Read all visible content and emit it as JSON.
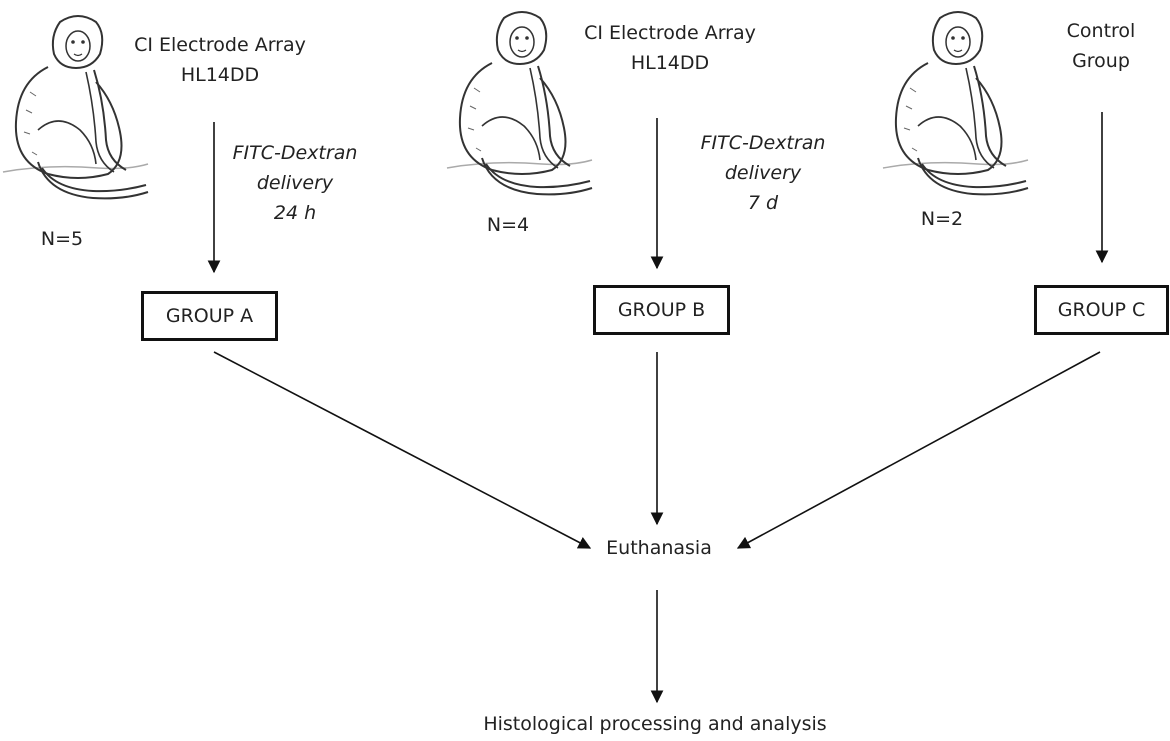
{
  "groups": [
    {
      "device_line1": "CI Electrode Array",
      "device_line2": "HL14DD",
      "count": "N=5",
      "delivery_line1": "FITC-Dextran",
      "delivery_line2": "delivery",
      "delivery_line3": "24 h",
      "box": "GROUP A"
    },
    {
      "device_line1": "CI Electrode Array",
      "device_line2": "HL14DD",
      "count": "N=4",
      "delivery_line1": "FITC-Dextran",
      "delivery_line2": "delivery",
      "delivery_line3": "7 d",
      "box": "GROUP B"
    },
    {
      "device_line1": "Control",
      "device_line2": "Group",
      "count": "N=2",
      "box": "GROUP C"
    }
  ],
  "euthanasia": "Euthanasia",
  "final_step": "Histological processing and analysis",
  "colors": {
    "line": "#111111",
    "text": "#222222"
  }
}
